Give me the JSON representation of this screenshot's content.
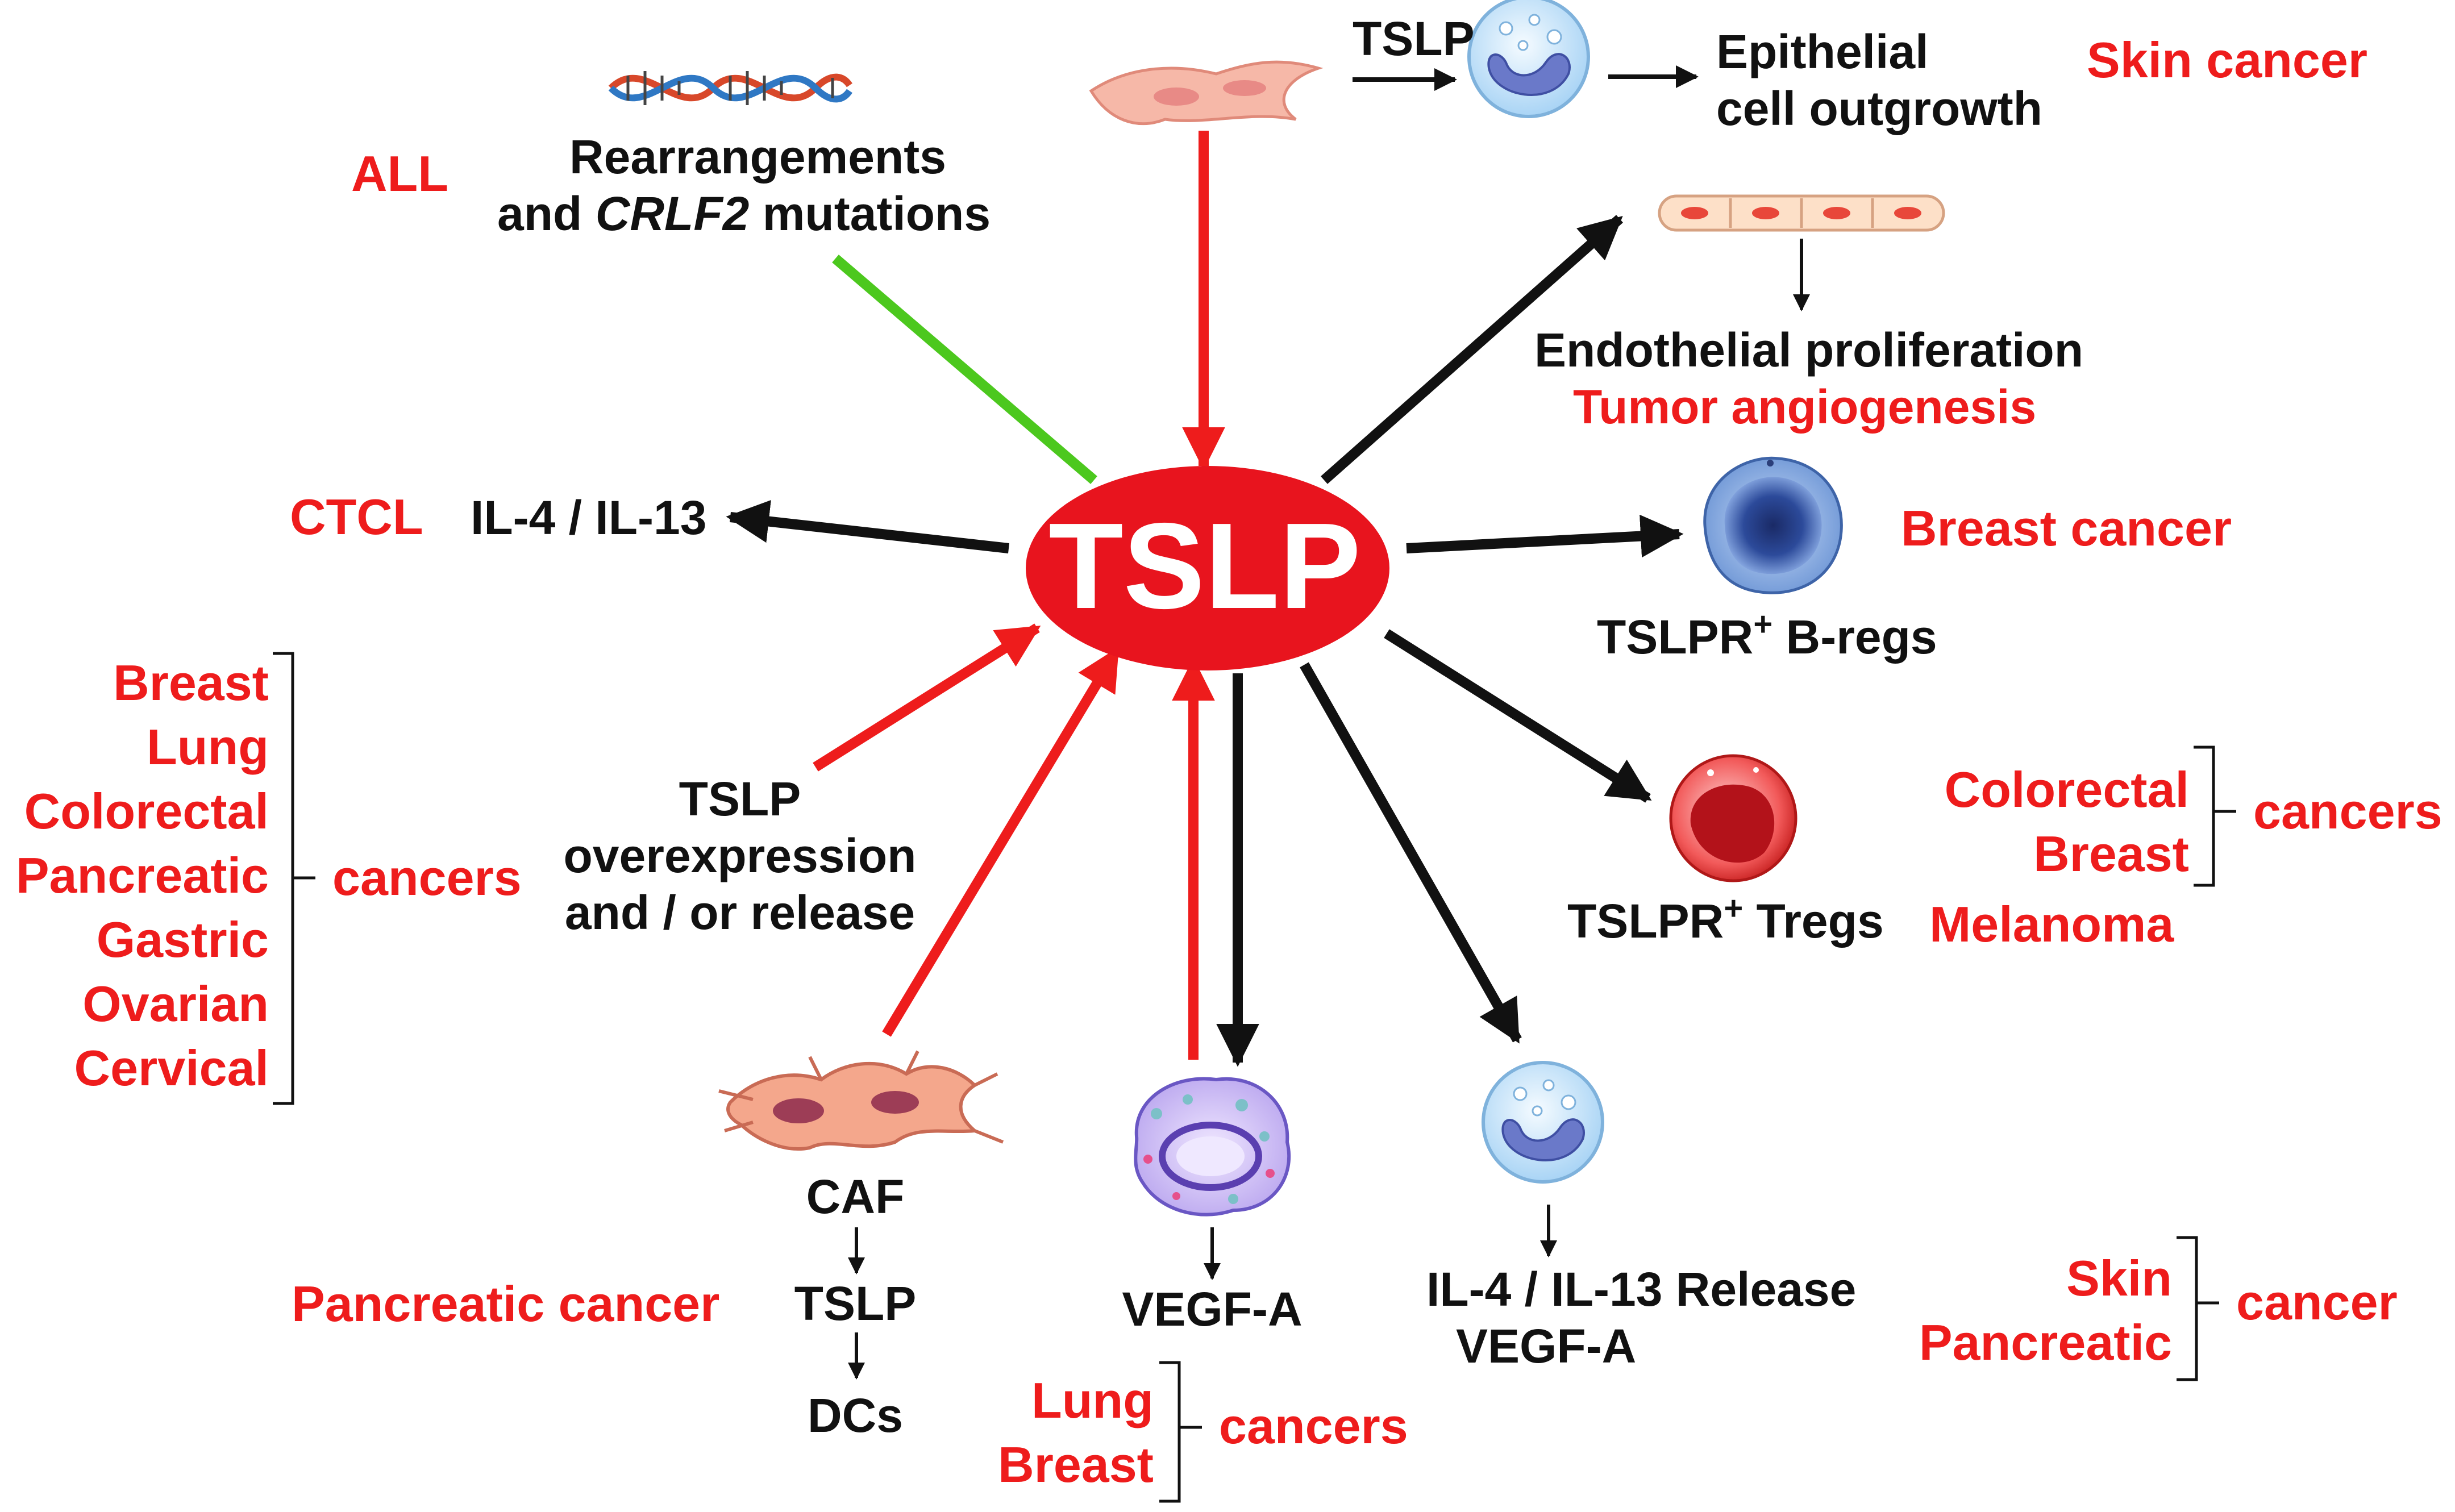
{
  "center": {
    "label": "TSLP"
  },
  "colors": {
    "red": "#ee1c1c",
    "black": "#111111",
    "green": "#4cc81e",
    "ellipse": "#e8141e"
  },
  "top_right": {
    "tslp_label": "TSLP",
    "outcome_line1": "Epithelial",
    "outcome_line2": "cell  outgrowth",
    "disease": "Skin  cancer"
  },
  "all": {
    "disease": "ALL",
    "line1": "Rearrangements",
    "line2_pre": "and ",
    "line2_gene": "CRLF2",
    "line2_post": " mutations"
  },
  "endothelial": {
    "line1": "Endothelial  proliferation",
    "line2": "Tumor  angiogenesis"
  },
  "ctcl": {
    "disease": "CTCL",
    "cytokines": "IL-4 / IL-13"
  },
  "bregs": {
    "label_main": "TSLPR",
    "label_sup": "+",
    "label_rest": " B-regs",
    "disease": "Breast  cancer"
  },
  "tregs": {
    "label_main": "TSLPR",
    "label_sup": "+",
    "label_rest": " Tregs",
    "cancers": [
      "Colorectal",
      "Breast"
    ],
    "cancers_label": "cancers",
    "extra": "Melanoma"
  },
  "left_cancers": {
    "items": [
      "Breast",
      "Lung",
      "Colorectal",
      "Pancreatic",
      "Gastric",
      "Ovarian",
      "Cervical"
    ],
    "label": "cancers"
  },
  "overexpression": {
    "line1": "TSLP",
    "line2": "overexpression",
    "line3": "and / or release"
  },
  "caf": {
    "label": "CAF",
    "mid": "TSLP",
    "bottom": "DCs",
    "disease": "Pancreatic  cancer"
  },
  "mast": {
    "label": "VEGF-A",
    "cancers": [
      "Lung",
      "Breast"
    ],
    "cancers_label": "cancers"
  },
  "granulocyte": {
    "line1": "IL-4 / IL-13 Release",
    "line2": "VEGF-A",
    "cancers": [
      "Skin",
      "Pancreatic"
    ],
    "cancers_label": "cancer"
  },
  "icons": [
    "dna-icon",
    "fibroblast-icon",
    "granulocyte-icon",
    "endothelial-cells-icon",
    "b-cell-icon",
    "treg-cell-icon",
    "caf-icon",
    "mast-cell-icon"
  ]
}
